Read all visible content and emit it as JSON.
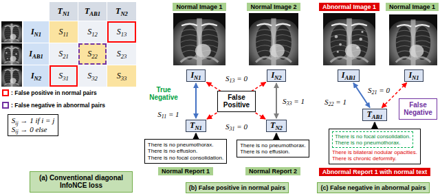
{
  "diagram": {
    "nodes": [
      {
        "text": [
          "Sij → 1 if i = j",
          "Sij → 0 else"
        ]
      },
      {
        "text": [
          "(a) Conventional diagonal InfoNCE loss"
        ]
      },
      {
        "text": [
          "Normal Image 1"
        ]
      },
      {
        "text": [
          "Normal Image 2"
        ]
      },
      {
        "text": [
          "IN1"
        ]
      },
      {
        "text": [
          "IN2"
        ]
      },
      {
        "text": [
          "False Positive"
        ]
      },
      {
        "text": [
          "TN1"
        ]
      },
      {
        "text": [
          "TN2"
        ]
      },
      {
        "text": [
          "There is no pneumothorax.",
          "There is no effusion.",
          "There is no focal consolidation."
        ]
      },
      {
        "text": [
          "There is no pneumothorax.",
          "There is no effusion."
        ]
      },
      {
        "text": [
          "Normal Report 1"
        ]
      },
      {
        "text": [
          "Normal Report 2"
        ]
      },
      {
        "text": [
          "(b) False positive in normal pairs"
        ]
      },
      {
        "text": [
          "Abnormal Image 1"
        ]
      },
      {
        "text": [
          "Normal Image 1"
        ]
      },
      {
        "text": [
          "IAB1"
        ]
      },
      {
        "text": [
          "IN1"
        ]
      },
      {
        "text": [
          "False Negative"
        ]
      },
      {
        "text": [
          "TAB1"
        ]
      },
      {
        "text": [
          "There is bilateral nodular opacities.",
          "There is chronic deformity."
        ]
      },
      {
        "text": [
          "There is no focal consolidation.",
          "There is no pneumothorax."
        ],
        "in": 20
      },
      {
        "text": [
          "Abnormal Report 1 with normal text"
        ]
      },
      {
        "text": [
          "(c) False negative in abnormal pairs"
        ]
      }
    ],
    "edges": [
      {
        "from": 4,
        "to": 7,
        "arrow": "both",
        "label": "S11 = 1"
      },
      {
        "from": 4,
        "to": 8,
        "arrow": "both",
        "label": "S13 = 0"
      },
      {
        "from": 5,
        "to": 7,
        "arrow": "both",
        "label": "S31 = 0"
      },
      {
        "from": 5,
        "to": 8,
        "arrow": "both",
        "label": "S33 = 1"
      },
      {
        "from": 9,
        "to": 7,
        "arrow": "to"
      },
      {
        "from": 10,
        "to": 8,
        "arrow": "to"
      },
      {
        "from": 16,
        "to": 19,
        "arrow": "both",
        "label": "S22 = 1"
      },
      {
        "from": 19,
        "to": 17,
        "arrow": "both",
        "label": "S21 = 0"
      },
      {
        "from": 20,
        "to": 19,
        "arrow": "to"
      }
    ],
    "labels": [
      "TN1",
      "TAB1",
      "TN2",
      "IN1",
      "S11",
      "S12",
      "S13",
      "IAB1",
      "S21",
      "S22",
      "S23",
      "IN2",
      "S31",
      "S32",
      "S33",
      "True Negative"
    ],
    "legend": [
      {
        "text": ": False positive in normal pairs"
      },
      {
        "text": ": False negative in abnormal pairs"
      }
    ]
  }
}
